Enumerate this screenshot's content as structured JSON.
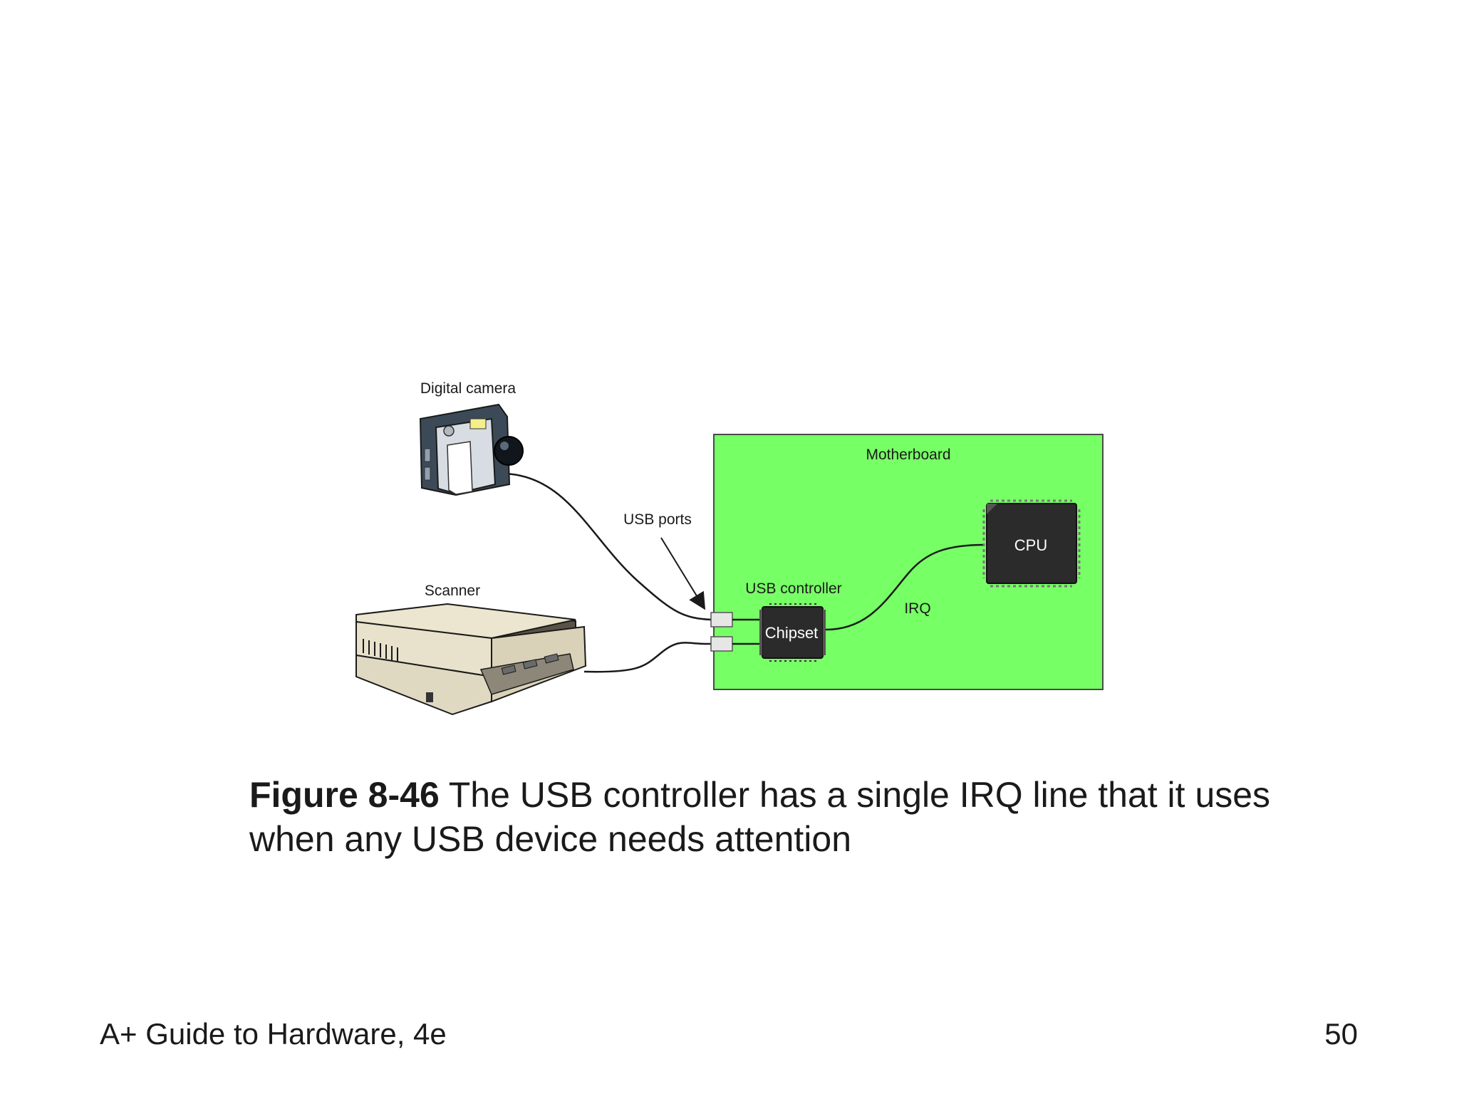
{
  "diagram": {
    "labels": {
      "camera": "Digital camera",
      "scanner": "Scanner",
      "usb_ports": "USB ports",
      "motherboard": "Motherboard",
      "usb_controller": "USB controller",
      "chipset": "Chipset",
      "irq": "IRQ",
      "cpu": "CPU"
    },
    "colors": {
      "motherboard": "#77ff66",
      "chip": "#2b2b2b",
      "port": "#e6e6e6"
    }
  },
  "caption": {
    "figure_number": "Figure 8-46",
    "text": " The USB controller has a single IRQ line that it uses when any USB device needs attention"
  },
  "footer": {
    "book_title": "A+ Guide to Hardware, 4e",
    "page_number": "50"
  }
}
